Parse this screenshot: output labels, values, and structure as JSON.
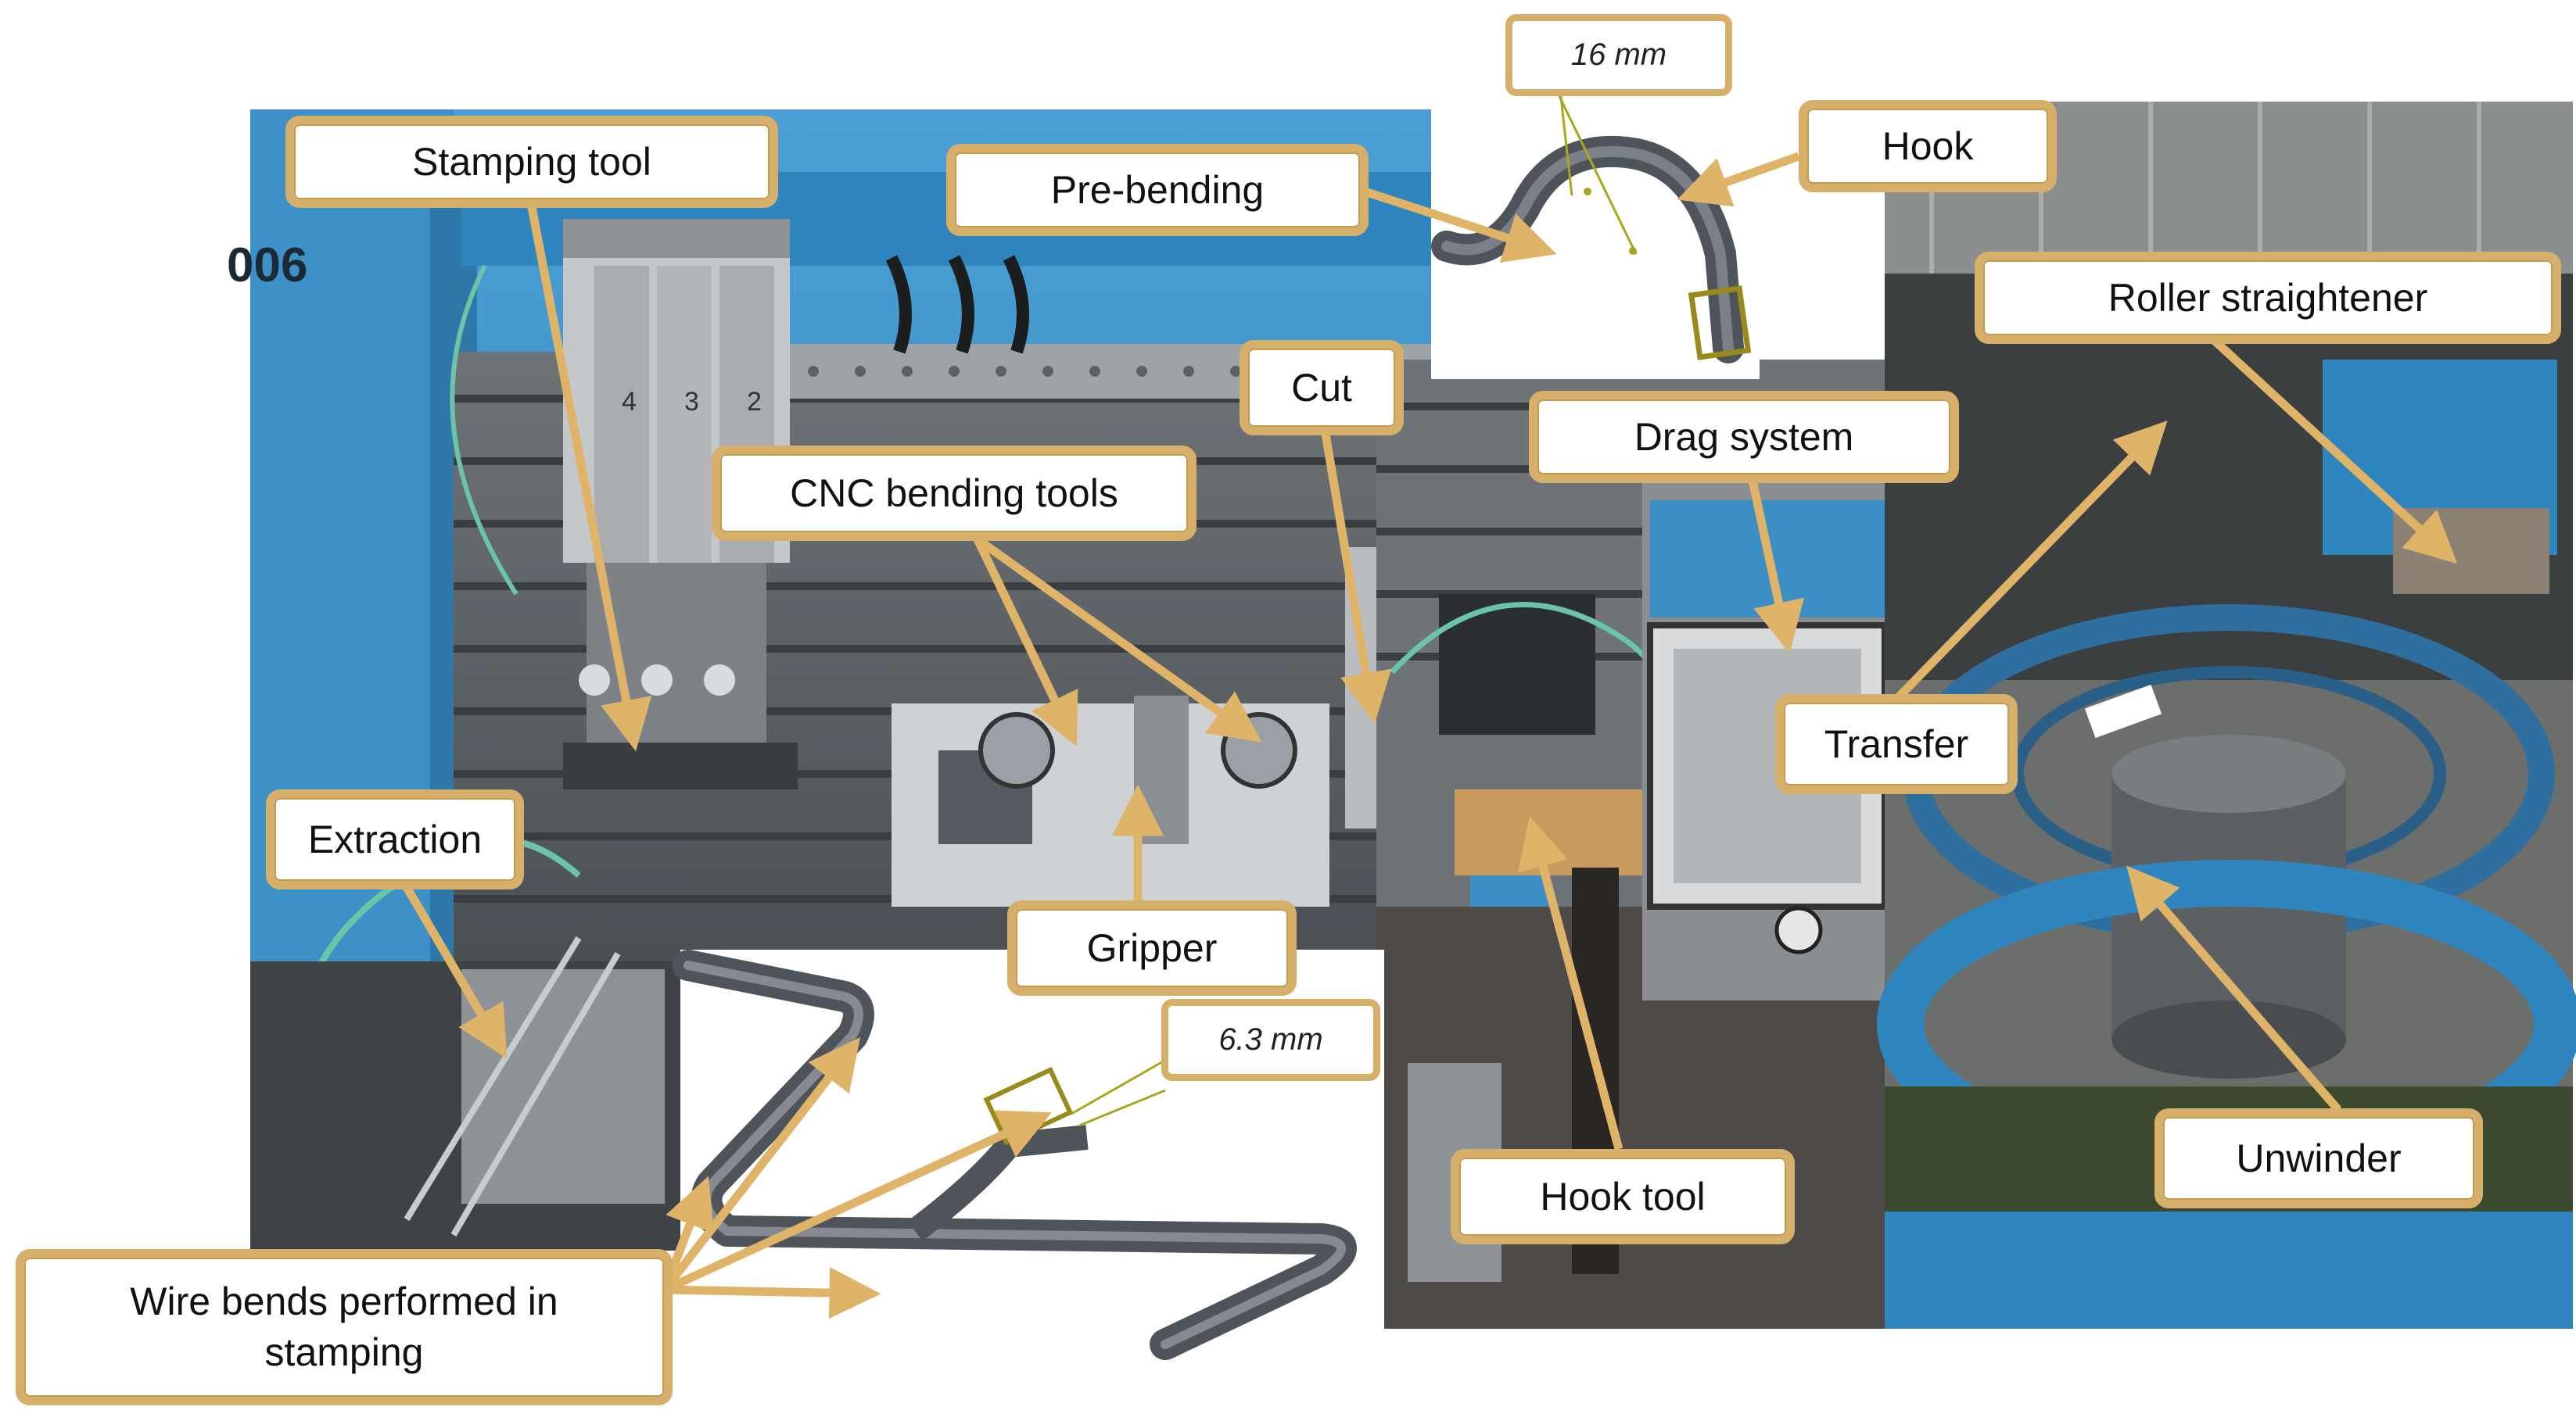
{
  "labels": {
    "stamping_tool": "Stamping tool",
    "pre_bending": "Pre-bending",
    "hook": "Hook",
    "cut": "Cut",
    "drag_system": "Drag system",
    "roller_straightener": "Roller straightener",
    "cnc_bending_tools": "CNC bending tools",
    "transfer": "Transfer",
    "extraction": "Extraction",
    "gripper": "Gripper",
    "hook_tool": "Hook tool",
    "unwinder": "Unwinder",
    "wire_bends": "Wire bends performed in stamping"
  },
  "measurements": {
    "hook_width": "16 mm",
    "wire_width": "6.3 mm"
  },
  "machine_marks": {
    "number_plate": "006",
    "tool_numbers": [
      "4",
      "3",
      "2"
    ]
  },
  "colors": {
    "label_border": "#d6b06a",
    "arrow": "#e0b468",
    "machine_blue": "#3b8fc4",
    "wire": "#5a6068"
  }
}
